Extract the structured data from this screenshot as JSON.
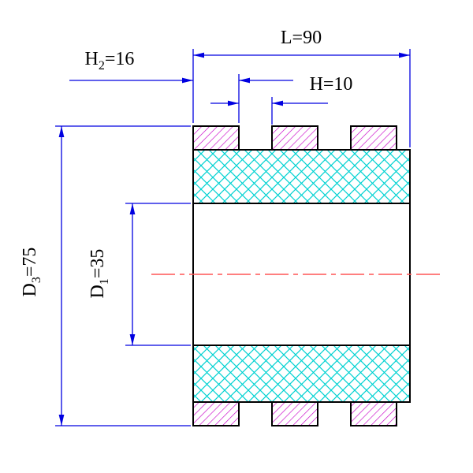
{
  "drawing": {
    "labels": {
      "L": {
        "text": "L=90"
      },
      "H": {
        "text": "H=10"
      },
      "H2": {
        "base": "H",
        "sub": "2",
        "rest": "=16"
      },
      "D3": {
        "base": "D",
        "sub": "3",
        "rest": "=75"
      },
      "D1": {
        "base": "D",
        "sub": "1",
        "rest": "=35"
      }
    },
    "colors": {
      "background": "#ffffff",
      "outline": "#000000",
      "text": "#000000",
      "dimension": "#0000e0",
      "centerline": "#ff5555",
      "rib_hatch": "#c800c8",
      "body_hatch": "#00d2d2"
    }
  }
}
